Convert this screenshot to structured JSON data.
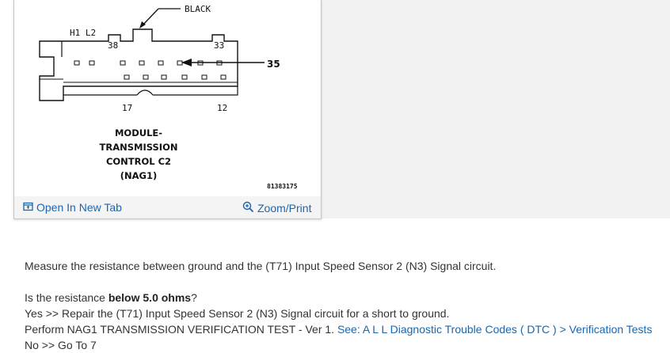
{
  "diagram": {
    "label_black": "BLACK",
    "label_h1l2": "H1 L2",
    "pin_38": "38",
    "pin_33": "33",
    "pin_17": "17",
    "pin_12": "12",
    "pin_35": "35",
    "title_lines": [
      "MODULE-",
      "TRANSMISSION",
      "CONTROL C2",
      "(NAG1)"
    ],
    "figure_id": "81383175"
  },
  "figure_bar": {
    "open_new_tab": "Open In New Tab",
    "zoom_print": "Zoom/Print"
  },
  "content": {
    "measure": "Measure the resistance between ground and the (T71) Input Speed Sensor 2 (N3) Signal circuit.",
    "question_prefix": "Is the resistance ",
    "question_bold": "below 5.0 ohms",
    "question_suffix": "?",
    "yes_line": "Yes >> Repair the (T71) Input Speed Sensor 2 (N3) Signal circuit for a short to ground.",
    "perform_prefix": "Perform NAG1 TRANSMISSION VERIFICATION TEST - Ver 1. ",
    "perform_link": "See: A L L Diagnostic Trouble Codes ( DTC ) > Verification Tests",
    "no_line": "No >> Go To 7"
  },
  "colors": {
    "link": "#1a66b0",
    "text": "#333333",
    "page_bg": "#f2f2f2"
  }
}
